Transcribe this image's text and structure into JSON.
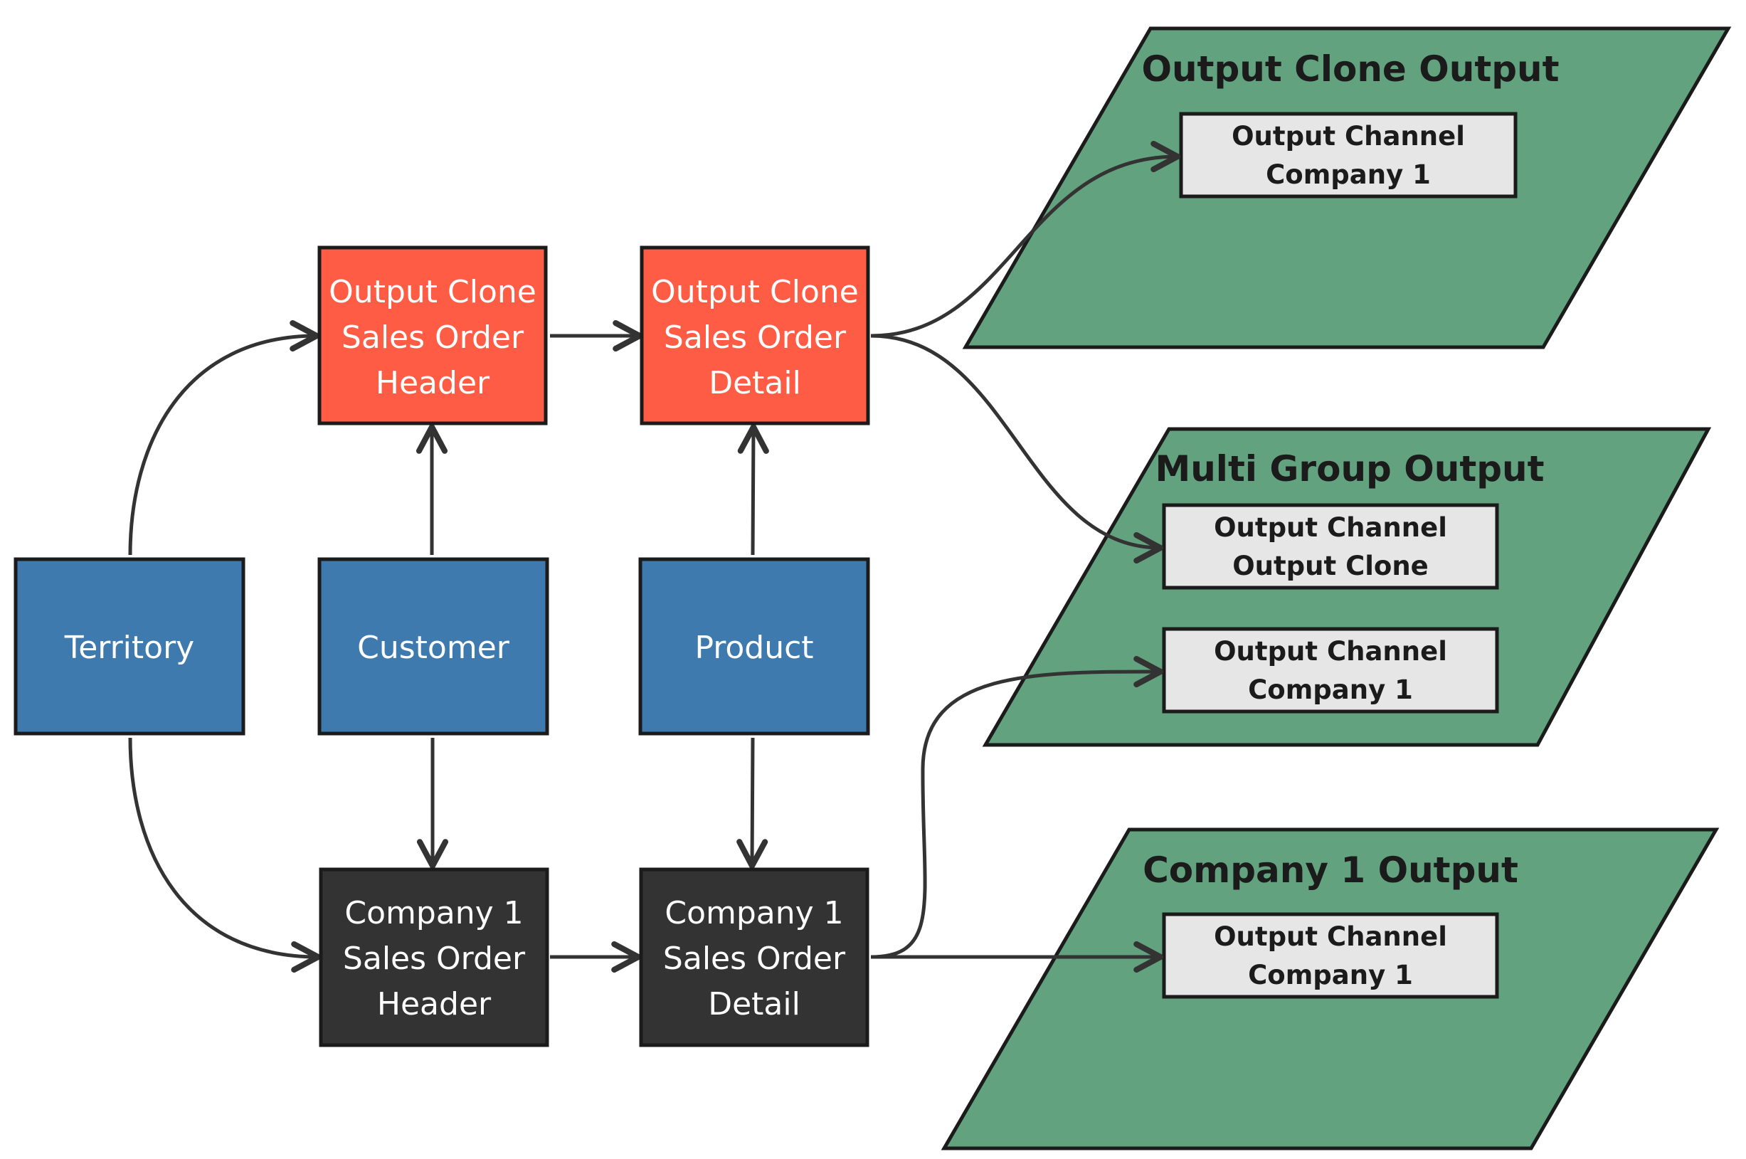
{
  "colors": {
    "dimension": "#3f7aae",
    "output_clone": "#ff5c45",
    "company": "#333333",
    "group": "#62a27e",
    "channel": "#e6e6e6",
    "edge": "#333333"
  },
  "nodes": {
    "territory": {
      "label": "Territory"
    },
    "customer": {
      "label": "Customer"
    },
    "product": {
      "label": "Product"
    },
    "oc_header": {
      "label": [
        "Output Clone",
        "Sales Order",
        "Header"
      ]
    },
    "oc_detail": {
      "label": [
        "Output Clone",
        "Sales Order",
        "Detail"
      ]
    },
    "c1_header": {
      "label": [
        "Company 1",
        "Sales Order",
        "Header"
      ]
    },
    "c1_detail": {
      "label": [
        "Company 1",
        "Sales Order",
        "Detail"
      ]
    }
  },
  "groups": {
    "output_clone_output": {
      "title": "Output Clone Output",
      "channels": [
        {
          "label": [
            "Output Channel",
            "Company 1"
          ]
        }
      ]
    },
    "multi_group_output": {
      "title": "Multi Group Output",
      "channels": [
        {
          "label": [
            "Output Channel",
            "Output Clone"
          ]
        },
        {
          "label": [
            "Output Channel",
            "Company 1"
          ]
        }
      ]
    },
    "company1_output": {
      "title": "Company 1 Output",
      "channels": [
        {
          "label": [
            "Output Channel",
            "Company 1"
          ]
        }
      ]
    }
  },
  "edges": [
    {
      "from": "Territory",
      "to": "Output Clone Sales Order Header"
    },
    {
      "from": "Territory",
      "to": "Company 1 Sales Order Header"
    },
    {
      "from": "Customer",
      "to": "Output Clone Sales Order Header"
    },
    {
      "from": "Customer",
      "to": "Company 1 Sales Order Header"
    },
    {
      "from": "Product",
      "to": "Output Clone Sales Order Detail"
    },
    {
      "from": "Product",
      "to": "Company 1 Sales Order Detail"
    },
    {
      "from": "Output Clone Sales Order Header",
      "to": "Output Clone Sales Order Detail"
    },
    {
      "from": "Company 1 Sales Order Header",
      "to": "Company 1 Sales Order Detail"
    },
    {
      "from": "Output Clone Sales Order Detail",
      "to": "Output Clone Output / Output Channel Company 1"
    },
    {
      "from": "Output Clone Sales Order Detail",
      "to": "Multi Group Output / Output Channel Output Clone"
    },
    {
      "from": "Company 1 Sales Order Detail",
      "to": "Multi Group Output / Output Channel Company 1"
    },
    {
      "from": "Company 1 Sales Order Detail",
      "to": "Company 1 Output / Output Channel Company 1"
    }
  ]
}
